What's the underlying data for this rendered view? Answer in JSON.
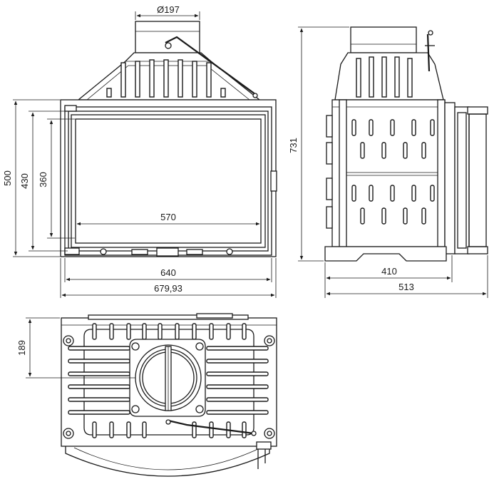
{
  "dimensions": {
    "flue_diameter": "Ø197",
    "front_height_total": "500",
    "front_height_door": "430",
    "front_height_glass": "360",
    "glass_width": "570",
    "body_width": "640",
    "overall_width": "679,93",
    "total_height": "731",
    "side_depth_body": "410",
    "side_depth_total": "513",
    "top_offset": "189"
  }
}
